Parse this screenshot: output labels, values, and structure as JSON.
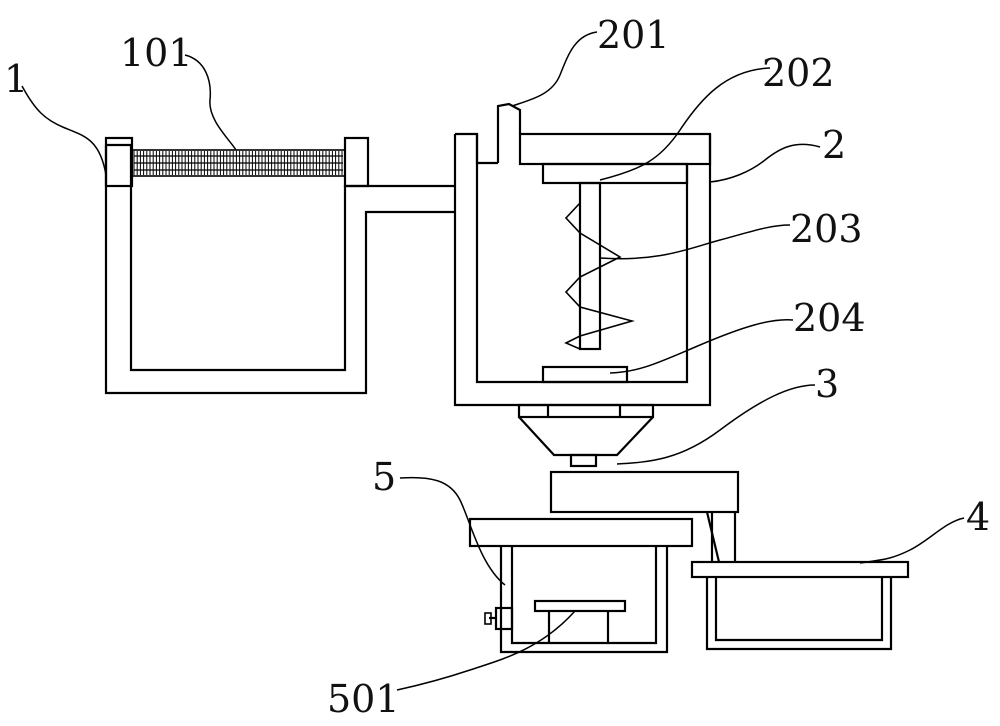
{
  "labels": {
    "part_1": "1",
    "part_101": "101",
    "part_2": "2",
    "part_201": "201",
    "part_202": "202",
    "part_203": "203",
    "part_204": "204",
    "part_3": "3",
    "part_4": "4",
    "part_5": "5",
    "part_501": "501"
  },
  "colors": {
    "line": "#000000",
    "background": "#ffffff"
  }
}
